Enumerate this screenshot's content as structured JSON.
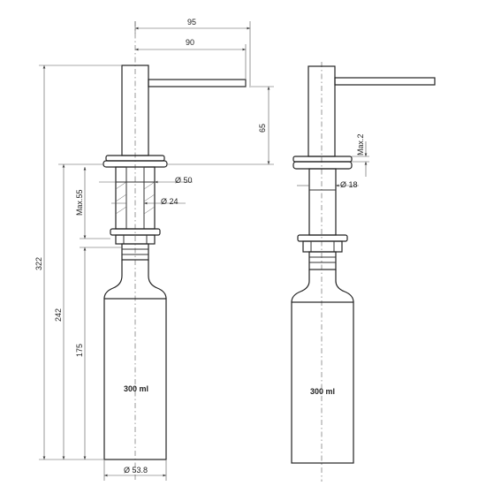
{
  "dimensions": {
    "d95": "95",
    "d90": "90",
    "d65": "65",
    "d322": "322",
    "d242": "242",
    "d175": "175",
    "max55": "Max.55",
    "dia50": "Ø 50",
    "dia24": "Ø 24",
    "dia53_8": "Ø 53.8",
    "max2": "Max.2",
    "dia18": "Ø 18"
  },
  "volume_left": "300 ml",
  "volume_right": "300 ml"
}
